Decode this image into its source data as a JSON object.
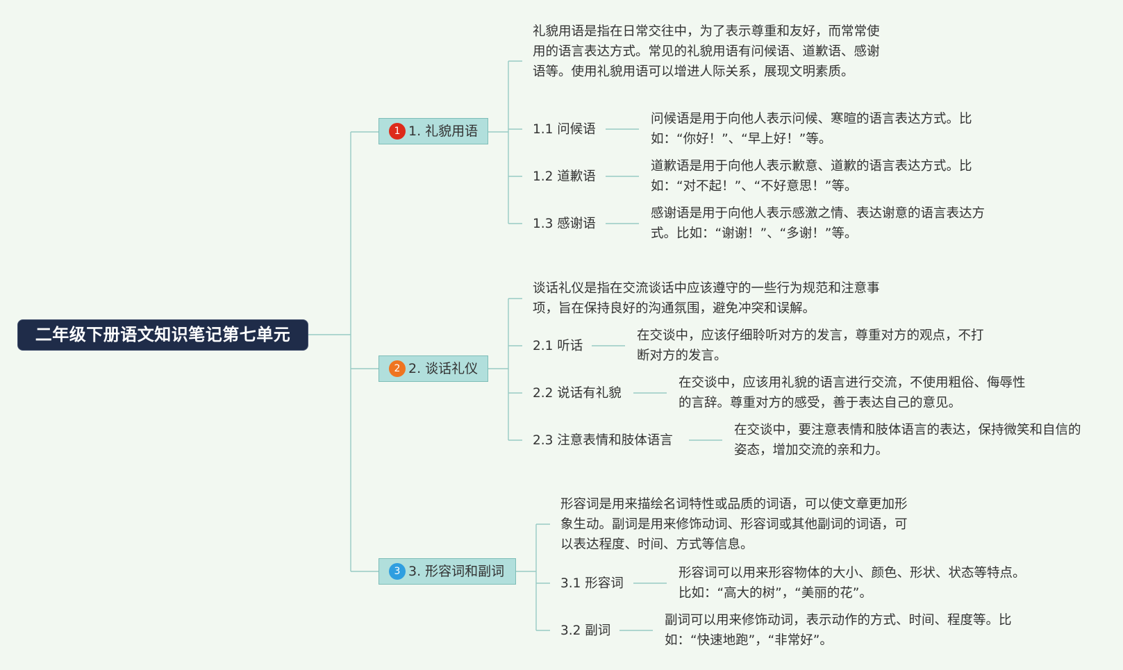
{
  "root": {
    "title": "二年级下册语文知识笔记第七单元"
  },
  "branches": [
    {
      "marker": "1",
      "marker_color": "#dd2a1a",
      "label": "1. 礼貌用语",
      "summary": "礼貌用语是指在日常交往中，为了表示尊重和友好，而常常使用的语言表达方式。常见的礼貌用语有问候语、道歉语、感谢语等。使用礼貌用语可以增进人际关系，展现文明素质。",
      "items": [
        {
          "label": "1.1 问候语",
          "detail": "问候语是用于向他人表示问候、寒暄的语言表达方式。比如：“你好！”、“早上好！”等。"
        },
        {
          "label": "1.2 道歉语",
          "detail": "道歉语是用于向他人表示歉意、道歉的语言表达方式。比如：“对不起！”、“不好意思！”等。"
        },
        {
          "label": "1.3 感谢语",
          "detail": "感谢语是用于向他人表示感激之情、表达谢意的语言表达方式。比如：“谢谢！”、“多谢！”等。"
        }
      ]
    },
    {
      "marker": "2",
      "marker_color": "#ef7420",
      "label": "2. 谈话礼仪",
      "summary": "谈话礼仪是指在交流谈话中应该遵守的一些行为规范和注意事项，旨在保持良好的沟通氛围，避免冲突和误解。",
      "items": [
        {
          "label": "2.1 听话",
          "detail": "在交谈中，应该仔细聆听对方的发言，尊重对方的观点，不打断对方的发言。"
        },
        {
          "label": "2.2 说话有礼貌",
          "detail": "在交谈中，应该用礼貌的语言进行交流，不使用粗俗、侮辱性的言辞。尊重对方的感受，善于表达自己的意见。"
        },
        {
          "label": "2.3 注意表情和肢体语言",
          "detail": "在交谈中，要注意表情和肢体语言的表达，保持微笑和自信的姿态，增加交流的亲和力。"
        }
      ]
    },
    {
      "marker": "3",
      "marker_color": "#2f9ee0",
      "label": "3. 形容词和副词",
      "summary": "形容词是用来描绘名词特性或品质的词语，可以使文章更加形象生动。副词是用来修饰动词、形容词或其他副词的词语，可以表达程度、时间、方式等信息。",
      "items": [
        {
          "label": "3.1 形容词",
          "detail": "形容词可以用来形容物体的大小、颜色、形状、状态等特点。比如：“高大的树”，“美丽的花”。"
        },
        {
          "label": "3.2 副词",
          "detail": "副词可以用来修饰动词，表示动作的方式、时间、程度等。比如：“快速地跑”，“非常好”。"
        }
      ]
    }
  ]
}
